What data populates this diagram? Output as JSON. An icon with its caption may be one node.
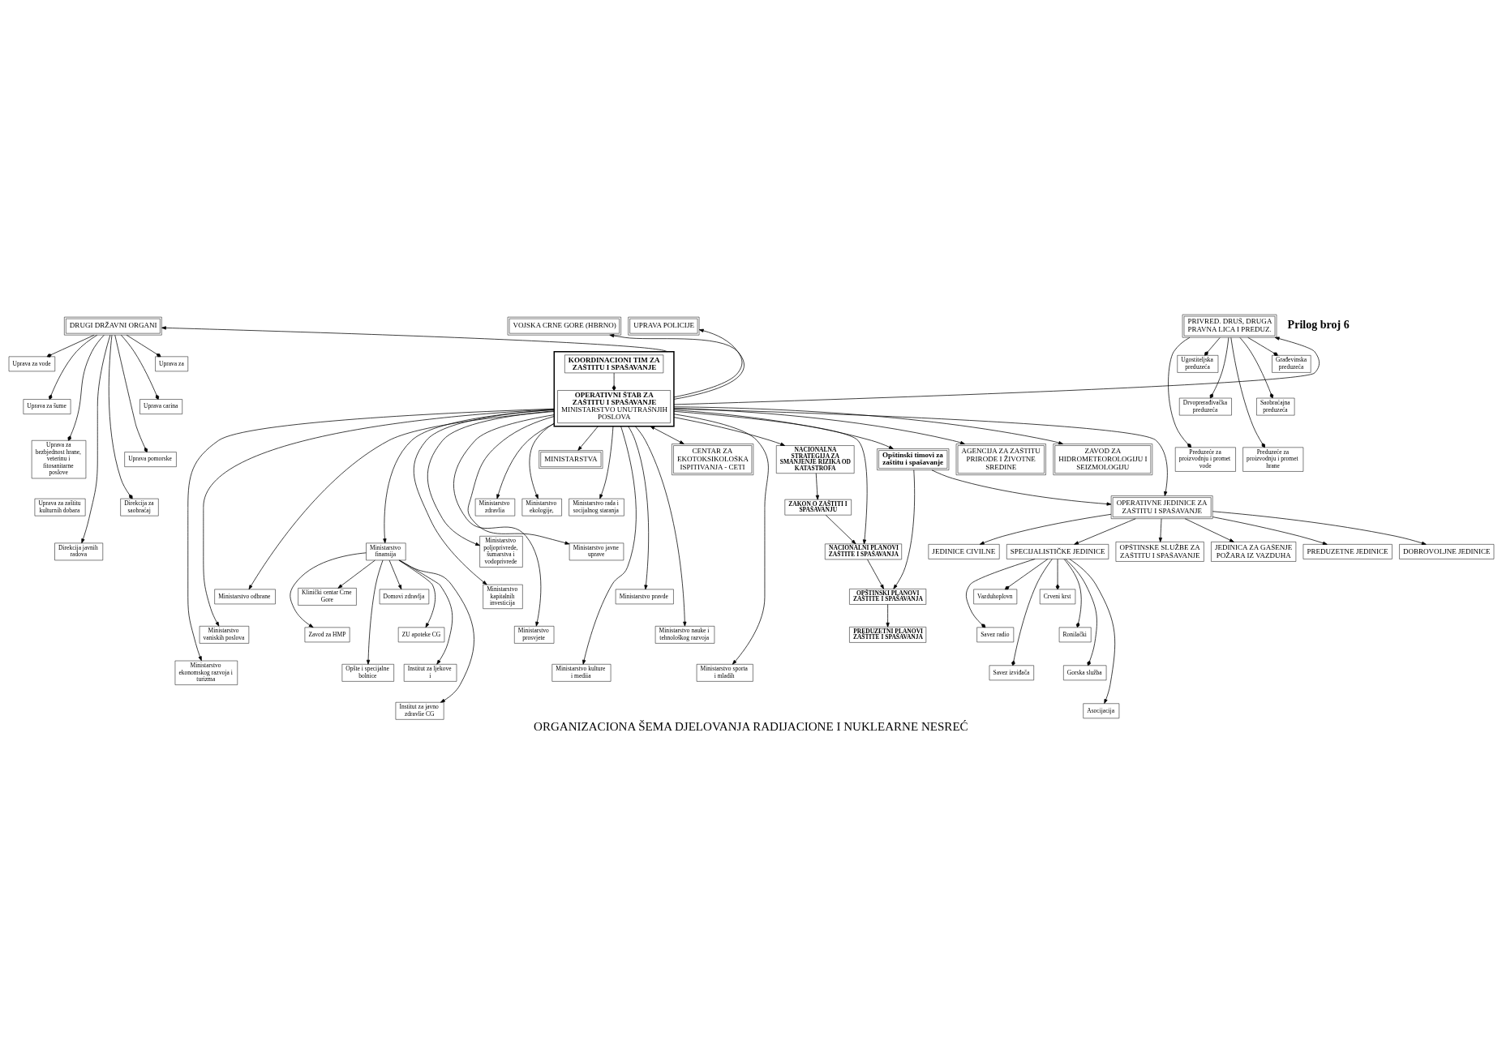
{
  "diagram": {
    "title": "ORGANIZACIONA ŠEMA DJELOVANJA RADIJACIONE I NUKLEARNE NESREĆ",
    "nodes": [
      {
        "text": [
          "MINISTARSTVA"
        ]
      },
      {
        "text": [
          "Ministarstvo zdravlia"
        ]
      },
      {
        "text": [
          "Ministarstvo finansija"
        ]
      },
      {
        "text": [
          "Ministarstvo odbrane"
        ]
      },
      {
        "text": [
          "Ministarstvo vaniskih poslova"
        ]
      },
      {
        "text": [
          "Ministarstvo ekonomskog razvoja i turizma"
        ]
      },
      {
        "text": [
          "Ministarstvo ekologije,"
        ]
      },
      {
        "text": [
          "Ministarstvo poljoprivrede, šumarstva i vodoprivrede"
        ]
      },
      {
        "text": [
          "Ministarstvo kapitalnih investicija"
        ]
      },
      {
        "text": [
          "Ministarstvo prosvjete"
        ]
      },
      {
        "text": [
          "Ministarstvo kulture i mediia"
        ]
      },
      {
        "text": [
          "Ministarstvo rada i socijalnog staranja"
        ]
      },
      {
        "text": [
          "Ministarstvo javne uprave"
        ]
      },
      {
        "text": [
          "Ministarstvo pravde"
        ]
      },
      {
        "text": [
          "Ministarstvo nauke i tehnološkog razvoja"
        ]
      },
      {
        "text": [
          "Ministarstvo sporta i mladih"
        ]
      },
      {
        "text": [
          "Klinički centar Crne Gore"
        ]
      },
      {
        "text": [
          "Zavod za HMP"
        ]
      },
      {
        "text": [
          "Opšte i specijalne bolnice"
        ]
      },
      {
        "text": [
          "Institut za javno zdravlie CG"
        ]
      },
      {
        "text": [
          "Domovi zdravlja"
        ]
      },
      {
        "text": [
          "ZU apoteke CG"
        ]
      },
      {
        "text": [
          "Institut za ljekove i"
        ]
      },
      {
        "text": [
          "CENTAR ZA EKOTOKSIKOLOŠKA ISPITIVANJA - CETI"
        ]
      },
      {
        "text": [
          "DRUGI DRŽAVNI ORGANI"
        ]
      },
      {
        "text": [
          "Uprava za"
        ]
      },
      {
        "text": [
          "Uprava carina"
        ]
      },
      {
        "text": [
          "Uprava pomorske"
        ]
      },
      {
        "text": [
          "Direkcija za saobraćaj"
        ]
      },
      {
        "text": [
          "Uprava za vode"
        ]
      },
      {
        "text": [
          "Uprava za šume"
        ]
      },
      {
        "text": [
          "Uprava za bezbjednost hrane, veterinu i fitosanitarne poslove"
        ]
      },
      {
        "text": [
          "Uprava za zaštitu kulturnih dobara"
        ]
      },
      {
        "text": [
          "Direkcija javnih radova"
        ]
      },
      {
        "text": [
          "UPRAVA POLICIJE"
        ]
      },
      {
        "text": [
          "VOJSKA CRNE GORE (HBRNO)"
        ]
      },
      {
        "text": [
          "PRIVRED. DRUŠ, DRUGA PRAVNA LICA I PREDUZ."
        ]
      },
      {
        "text": [
          "Građevinska preduzeća"
        ]
      },
      {
        "text": [
          "Saobraćajna preduzeća"
        ]
      },
      {
        "text": [
          "Preduzeće za proizvodnju i promet hrane"
        ]
      },
      {
        "text": [
          "Ugostiteljska preduzeća"
        ]
      },
      {
        "text": [
          "Drvoprerađivačka preduzeća"
        ]
      },
      {
        "text": [
          "Preduzeće za proizvodnju i promet vode"
        ]
      },
      {
        "text": [],
        "shape": "box"
      },
      {
        "text": [
          "KOORDINACIONI TIM ZA ZAŠTITU I SPAŠAVANJE"
        ],
        "in": 43
      },
      {
        "text": [
          "OPERATIVNI ŠTAB ZA ZAŠTITU I SPAŠAVANJE",
          "MINISTARSTVO UNUTRAŠNJIH POSLOVA"
        ],
        "in": 43
      },
      {
        "text": [
          "NACIONALNA STRATEGIJA ZA SMANJENJE RIZIKA OD KATASTROFA"
        ]
      },
      {
        "text": [
          "ZAKON O ZAŠTITI I SPAŠAVANJU"
        ]
      },
      {
        "text": [
          "NACIONALNI PLANOVI ZAŠTITE I SPAŠAVANJA"
        ]
      },
      {
        "text": [
          "OPŠTINSKI PLANOVI ZAŠTITE I SPAŠAVANJA"
        ]
      },
      {
        "text": [
          "PREDUZETNI PLANOVI ZAŠTITE I SPAŠAVANJA"
        ]
      },
      {
        "text": [
          "Opštinski timovi za zaštitu i spašavanje"
        ]
      },
      {
        "text": [
          "OPERATIVNE JEDINICE ZA ZAŠTITU I SPAŠAVANJE"
        ]
      },
      {
        "text": [
          "OPŠTINSKE SLUŽBE ZA ZAŠTITU I SPAŠAVANJE"
        ]
      },
      {
        "text": [
          "JEDINICA ZA GAŠENJE POŽARA IZ VAZDUHA"
        ]
      },
      {
        "text": [
          "PREDUZETNE JEDINICE"
        ]
      },
      {
        "text": [
          "SPECIJALISTIČKE JEDINICE"
        ]
      },
      {
        "text": [
          "DOBROVOLJNE JEDINICE"
        ]
      },
      {
        "text": [
          "JEDINICE CIVILNE"
        ]
      },
      {
        "text": [
          "Crveni krst"
        ]
      },
      {
        "text": [
          "Ronilački"
        ]
      },
      {
        "text": [
          "Gorska služba"
        ]
      },
      {
        "text": [
          "Asocijacija"
        ]
      },
      {
        "text": [
          "Vazduhoplovn"
        ]
      },
      {
        "text": [
          "Savez radio"
        ]
      },
      {
        "text": [
          "Savez izviđača"
        ]
      },
      {
        "text": [
          "AGENCIJA ZA ZAŠTITU PRIRODE I ŽIVOTNE SREDINE"
        ]
      },
      {
        "text": [
          "ZAVOD ZA HIDROMETEOROLOGIJU I SEIZMOLOGIJU"
        ]
      }
    ],
    "edges": [
      {
        "from": 43,
        "to": 0,
        "arrow": "to"
      },
      {
        "from": 43,
        "to": 1,
        "arrow": "to"
      },
      {
        "from": 43,
        "to": 2,
        "arrow": "to"
      },
      {
        "from": 43,
        "to": 3,
        "arrow": "to"
      },
      {
        "from": 43,
        "to": 4,
        "arrow": "to"
      },
      {
        "from": 43,
        "to": 5,
        "arrow": "to"
      },
      {
        "from": 43,
        "to": 6,
        "arrow": "to"
      },
      {
        "from": 43,
        "to": 7,
        "arrow": "to"
      },
      {
        "from": 43,
        "to": 8,
        "arrow": "to"
      },
      {
        "from": 43,
        "to": 9,
        "arrow": "to"
      },
      {
        "from": 43,
        "to": 10,
        "arrow": "to"
      },
      {
        "from": 43,
        "to": 11,
        "arrow": "to"
      },
      {
        "from": 43,
        "to": 12,
        "arrow": "to"
      },
      {
        "from": 43,
        "to": 13,
        "arrow": "to"
      },
      {
        "from": 43,
        "to": 14,
        "arrow": "to"
      },
      {
        "from": 43,
        "to": 15,
        "arrow": "to"
      },
      {
        "from": 2,
        "to": 16,
        "arrow": "to"
      },
      {
        "from": 2,
        "to": 17,
        "arrow": "to"
      },
      {
        "from": 2,
        "to": 18,
        "arrow": "to"
      },
      {
        "from": 2,
        "to": 19,
        "arrow": "to"
      },
      {
        "from": 2,
        "to": 20,
        "arrow": "to"
      },
      {
        "from": 2,
        "to": 21,
        "arrow": "to"
      },
      {
        "from": 2,
        "to": 22,
        "arrow": "to"
      },
      {
        "from": 43,
        "to": 23,
        "arrow": "both"
      },
      {
        "from": 43,
        "to": 24,
        "arrow": "to"
      },
      {
        "from": 24,
        "to": 25,
        "arrow": "other"
      },
      {
        "from": 24,
        "to": 29,
        "arrow": "other"
      },
      {
        "from": 24,
        "to": 26,
        "arrow": "other"
      },
      {
        "from": 24,
        "to": 30,
        "arrow": "other"
      },
      {
        "from": 24,
        "to": 27,
        "arrow": "other"
      },
      {
        "from": 24,
        "to": 31,
        "arrow": "other"
      },
      {
        "from": 24,
        "to": 28,
        "arrow": "other"
      },
      {
        "from": 24,
        "to": 33,
        "arrow": "to"
      },
      {
        "from": 43,
        "to": 34,
        "arrow": "to"
      },
      {
        "from": 43,
        "to": 35,
        "arrow": "to"
      },
      {
        "from": 43,
        "to": 36,
        "arrow": "to"
      },
      {
        "from": 36,
        "to": 37,
        "arrow": "other"
      },
      {
        "from": 36,
        "to": 40,
        "arrow": "other"
      },
      {
        "from": 36,
        "to": 38,
        "arrow": "other"
      },
      {
        "from": 36,
        "to": 41,
        "arrow": "other"
      },
      {
        "from": 36,
        "to": 39,
        "arrow": "other"
      },
      {
        "from": 36,
        "to": 42,
        "arrow": "other"
      },
      {
        "from": 44,
        "to": 45,
        "arrow": "other"
      },
      {
        "from": 43,
        "to": 46,
        "arrow": "to"
      },
      {
        "from": 46,
        "to": 47,
        "arrow": "to"
      },
      {
        "from": 47,
        "to": 48,
        "arrow": "to"
      },
      {
        "from": 48,
        "to": 49,
        "arrow": "to"
      },
      {
        "from": 49,
        "to": 50,
        "arrow": "to"
      },
      {
        "from": 43,
        "to": 48,
        "arrow": "to"
      },
      {
        "from": 43,
        "to": 51,
        "arrow": "to"
      },
      {
        "from": 51,
        "to": 49,
        "arrow": "to"
      },
      {
        "from": 51,
        "to": 52,
        "arrow": "to"
      },
      {
        "from": 43,
        "to": 52,
        "arrow": "to"
      },
      {
        "from": 52,
        "to": 53,
        "arrow": "to"
      },
      {
        "from": 52,
        "to": 54,
        "arrow": "to"
      },
      {
        "from": 52,
        "to": 55,
        "arrow": "to"
      },
      {
        "from": 52,
        "to": 56,
        "arrow": "to"
      },
      {
        "from": 52,
        "to": 57,
        "arrow": "to"
      },
      {
        "from": 52,
        "to": 58,
        "arrow": "to"
      },
      {
        "from": 56,
        "to": 59,
        "arrow": "other"
      },
      {
        "from": 56,
        "to": 63,
        "arrow": "other"
      },
      {
        "from": 56,
        "to": 60,
        "arrow": "other"
      },
      {
        "from": 56,
        "to": 64,
        "arrow": "other"
      },
      {
        "from": 56,
        "to": 61,
        "arrow": "other"
      },
      {
        "from": 56,
        "to": 65,
        "arrow": "other"
      },
      {
        "from": 56,
        "to": 62,
        "arrow": "to"
      },
      {
        "from": 43,
        "to": 66,
        "arrow": "to"
      },
      {
        "from": 43,
        "to": 67,
        "arrow": "to"
      }
    ],
    "labels": [
      "Prilog broj 6"
    ]
  }
}
